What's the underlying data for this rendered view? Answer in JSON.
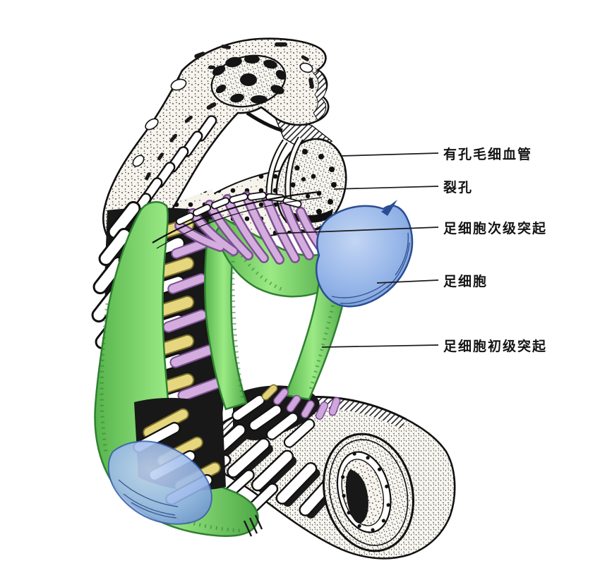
{
  "labels": [
    {
      "id": "fenestrated-capillary",
      "text": "有孔毛细血管"
    },
    {
      "id": "slit-pore",
      "text": "裂孔"
    },
    {
      "id": "secondary-process",
      "text": "足细胞次级突起"
    },
    {
      "id": "podocyte",
      "text": "足细胞"
    },
    {
      "id": "primary-process",
      "text": "足细胞初级突起"
    }
  ],
  "colors": {
    "background": "#ffffff",
    "ink": "#141414",
    "primary_process_green": "#7fd96c",
    "podocyte_body_blue": "#8fb0e6",
    "secondary_process_purple": "#d4addf",
    "interdigitating_yellow": "#e6d77f"
  }
}
